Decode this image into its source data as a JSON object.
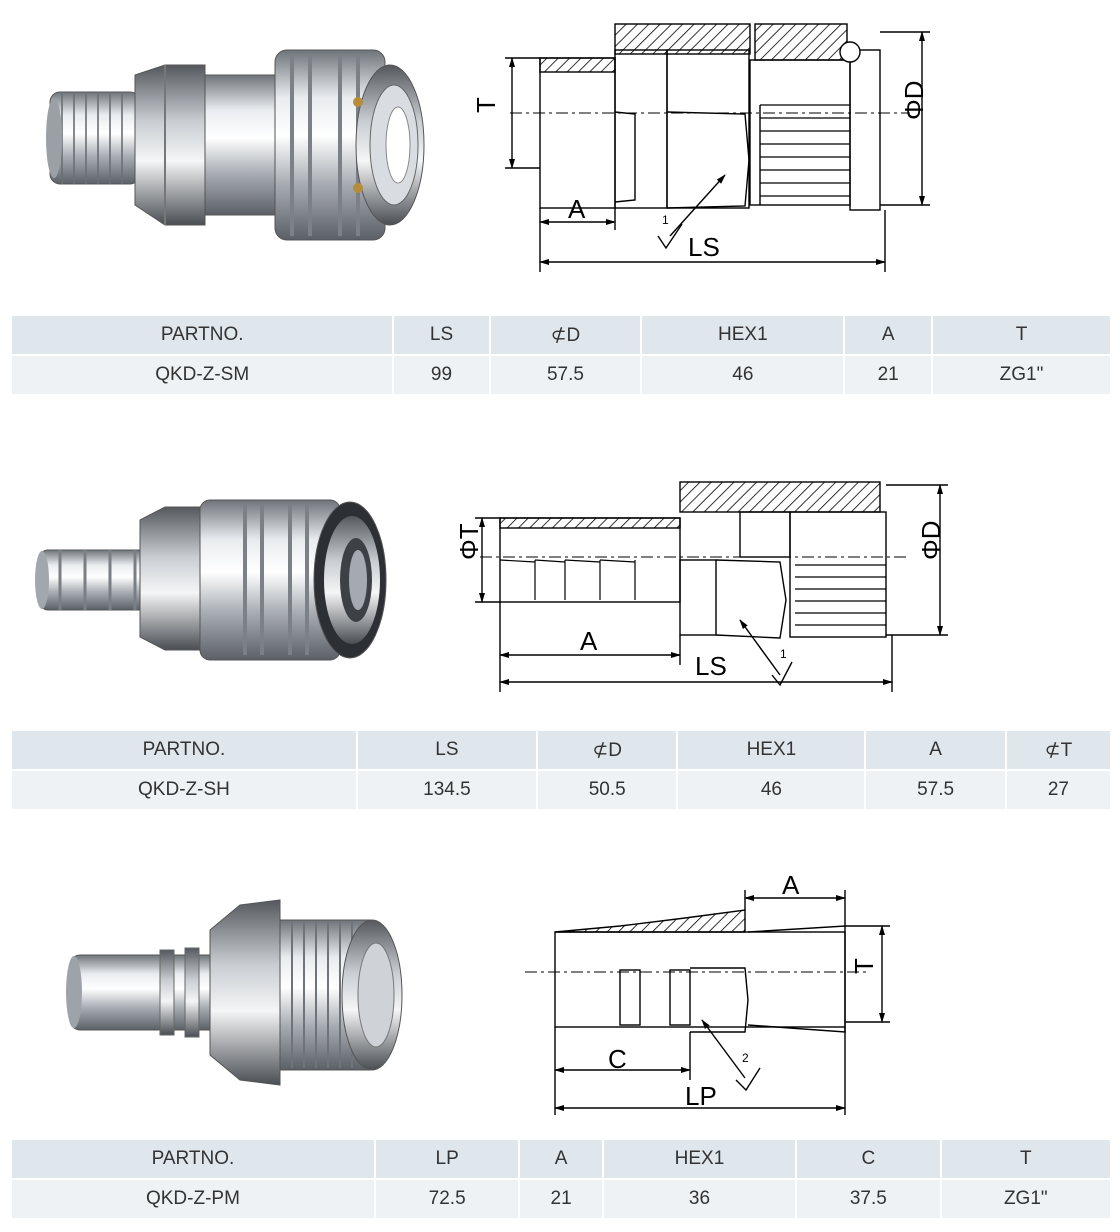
{
  "products": [
    {
      "id": "sm",
      "drawing_labels": {
        "t": "T",
        "d": "ΦD",
        "a": "A",
        "ls": "LS",
        "hex_mark": "1"
      },
      "table": {
        "headers": [
          "PARTNO.",
          "LS",
          "⊄D",
          "HEX1",
          "A",
          "T"
        ],
        "values": [
          "QKD-Z-SM",
          "99",
          "57.5",
          "46",
          "21",
          "ZG1\""
        ]
      }
    },
    {
      "id": "sh",
      "drawing_labels": {
        "t": "ΦT",
        "d": "ΦD",
        "a": "A",
        "ls": "LS",
        "hex_mark": "1"
      },
      "table": {
        "headers": [
          "PARTNO.",
          "LS",
          "⊄D",
          "HEX1",
          "A",
          "⊄T"
        ],
        "values": [
          "QKD-Z-SH",
          "134.5",
          "50.5",
          "46",
          "57.5",
          "27"
        ]
      }
    },
    {
      "id": "pm",
      "drawing_labels": {
        "a": "A",
        "t": "T",
        "c": "C",
        "lp": "LP",
        "hex_mark": "2"
      },
      "table": {
        "headers": [
          "PARTNO.",
          "LP",
          "A",
          "HEX1",
          "C",
          "T"
        ],
        "values": [
          "QKD-Z-PM",
          "72.5",
          "21",
          "36",
          "37.5",
          "ZG1\""
        ]
      }
    }
  ]
}
